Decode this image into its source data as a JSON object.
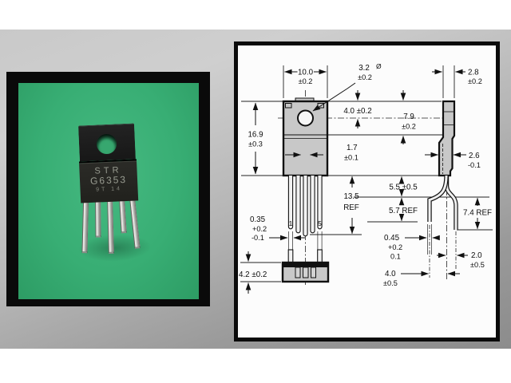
{
  "colors": {
    "green": "#38ae74",
    "frame_black": "#0a0a0a",
    "backdrop_light": "#c9c9c9",
    "backdrop_dark": "#8c8c8c",
    "paper": "#fcfcfc",
    "ink": "#111111",
    "fill_gray": "#c8c8c8",
    "pin_metal": "#d6d6d2",
    "marking": "#989b90"
  },
  "photo": {
    "marking": {
      "line1": "STR",
      "line2": "G6353",
      "line3": "9T 14"
    },
    "pin_count": 5
  },
  "drawing": {
    "pins": {
      "first": "1",
      "last": "5"
    },
    "dims": {
      "width": {
        "v": "10.0",
        "t": "±0.2"
      },
      "hole": {
        "v": "3.2",
        "t": "±0.2",
        "sym": "Ø"
      },
      "edge": {
        "v": "2.8",
        "t": "±0.2"
      },
      "height": {
        "v": "16.9",
        "t": "±0.3"
      },
      "hole_center": {
        "v": "4.0 ±0.2"
      },
      "tab": {
        "v": "7.9",
        "t": "±0.2"
      },
      "slot": {
        "v": "1.7",
        "t": "±0.1"
      },
      "thickness": {
        "v": "2.6",
        "t": "-0.1"
      },
      "shoulder": {
        "v": "5.5 ±0.5"
      },
      "bend_front": {
        "v": "5.7 REF"
      },
      "bend_back": {
        "v": "7.4 REF"
      },
      "lead_len": {
        "v": "13.5",
        "t": "REF"
      },
      "lead_w": {
        "v": "0.35",
        "p": "+0.2",
        "m": "-0.1"
      },
      "lead_t": {
        "v": "0.45",
        "p": "+0.2",
        "m": "0.1"
      },
      "pitch_back": {
        "v": "2.0",
        "t": "±0.5"
      },
      "pitch_front": {
        "v": "4.0",
        "t": "±0.5"
      },
      "seat": {
        "v": "4.2 ±0.2"
      }
    }
  }
}
